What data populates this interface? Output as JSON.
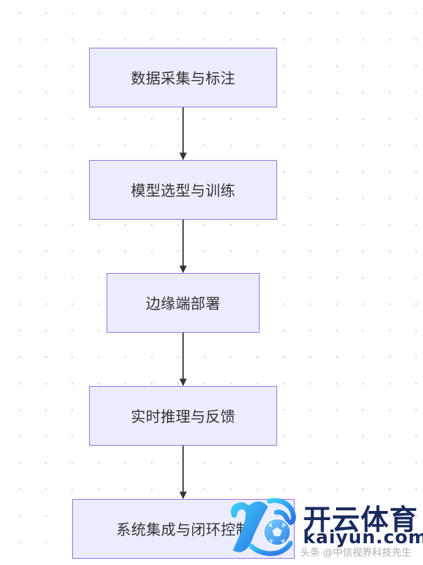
{
  "diagram": {
    "type": "flowchart",
    "direction": "top-to-bottom",
    "colors": {
      "node_fill": "#ececff",
      "node_border": "#9370db",
      "text": "#333333",
      "edge": "#333333",
      "background_dots": "#d9d9d9"
    },
    "nodes": [
      {
        "id": "n1",
        "label": "数据采集与标注"
      },
      {
        "id": "n2",
        "label": "模型选型与训练"
      },
      {
        "id": "n3",
        "label": "边缘端部署"
      },
      {
        "id": "n4",
        "label": "实时推理与反馈"
      },
      {
        "id": "n5",
        "label": "系统集成与闭环控制"
      }
    ],
    "edges": [
      {
        "from": "n1",
        "to": "n2"
      },
      {
        "from": "n2",
        "to": "n3"
      },
      {
        "from": "n3",
        "to": "n4"
      },
      {
        "from": "n4",
        "to": "n5"
      }
    ]
  },
  "watermark": {
    "logo_icon": "soccer-ball-k-logo",
    "brand": "开云体育",
    "domain": "kaiyun.com",
    "credit": "头条 @中信视界科技先生"
  }
}
